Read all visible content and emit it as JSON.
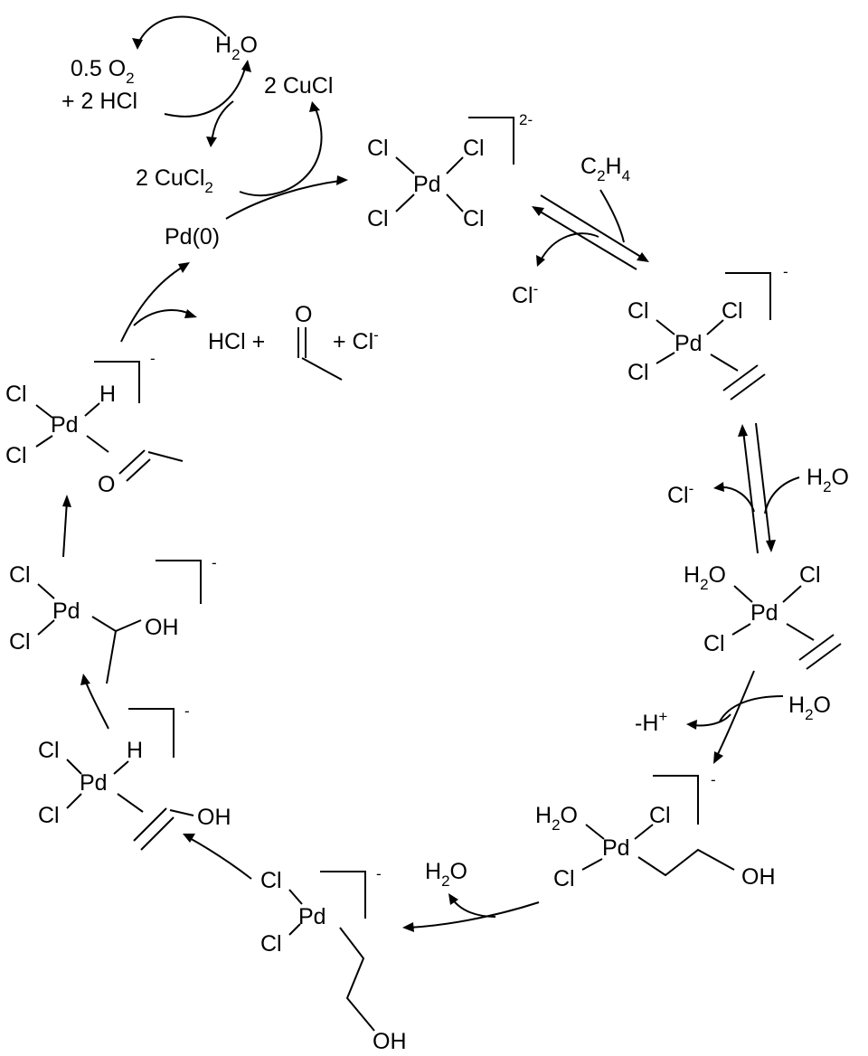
{
  "reoxidation": {
    "o2": "0.5 O",
    "o2_sub": "2",
    "hcl": "+ 2 HCl",
    "h2o_h": "H",
    "h2o_sub": "2",
    "h2o_o": "O",
    "cucl": "2 CuCl",
    "cucl2": "2 CuCl",
    "cucl2_sub": "2",
    "pd0": "Pd(0)"
  },
  "tetrachloropalladate": {
    "cl": "Cl",
    "pd": "Pd",
    "charge": "2-"
  },
  "ethylene_addition": {
    "c": "C",
    "c_sub": "2",
    "h": "H",
    "h_sub": "4",
    "chloride": "Cl",
    "chloride_charge": "-"
  },
  "pi_complex": {
    "cl": "Cl",
    "pd": "Pd",
    "charge": "-"
  },
  "water_exchange": {
    "h2o_h": "H",
    "h2o_sub": "2",
    "h2o_o": "O",
    "chloride": "Cl",
    "chloride_charge": "-"
  },
  "aqua_complex": {
    "h2o_h": "H",
    "h2o_sub": "2",
    "h2o_o": "O",
    "cl": "Cl",
    "pd": "Pd"
  },
  "nucleophilic_attack": {
    "proton": "-H",
    "proton_charge": "+",
    "h2o_h": "H",
    "h2o_sub": "2",
    "h2o_o": "O"
  },
  "hydroxyethyl_aqua": {
    "h2o_h": "H",
    "h2o_sub": "2",
    "h2o_o": "O",
    "cl": "Cl",
    "pd": "Pd",
    "oh": "OH",
    "charge": "-"
  },
  "water_loss": {
    "h2o_h": "H",
    "h2o_sub": "2",
    "h2o_o": "O"
  },
  "hydroxyethyl": {
    "cl": "Cl",
    "pd": "Pd",
    "oh": "OH",
    "charge": "-"
  },
  "enol_hydride": {
    "cl": "Cl",
    "pd": "Pd",
    "h": "H",
    "oh": "OH",
    "charge": "-"
  },
  "hydroxyethyl_branched": {
    "cl": "Cl",
    "pd": "Pd",
    "oh": "OH",
    "charge": "-"
  },
  "acetaldehyde_hydride": {
    "cl": "Cl",
    "pd": "Pd",
    "h": "H",
    "o": "O",
    "charge": "-"
  },
  "products": {
    "hcl": "HCl +",
    "o": "O",
    "cl": "+ Cl",
    "cl_charge": "-"
  }
}
